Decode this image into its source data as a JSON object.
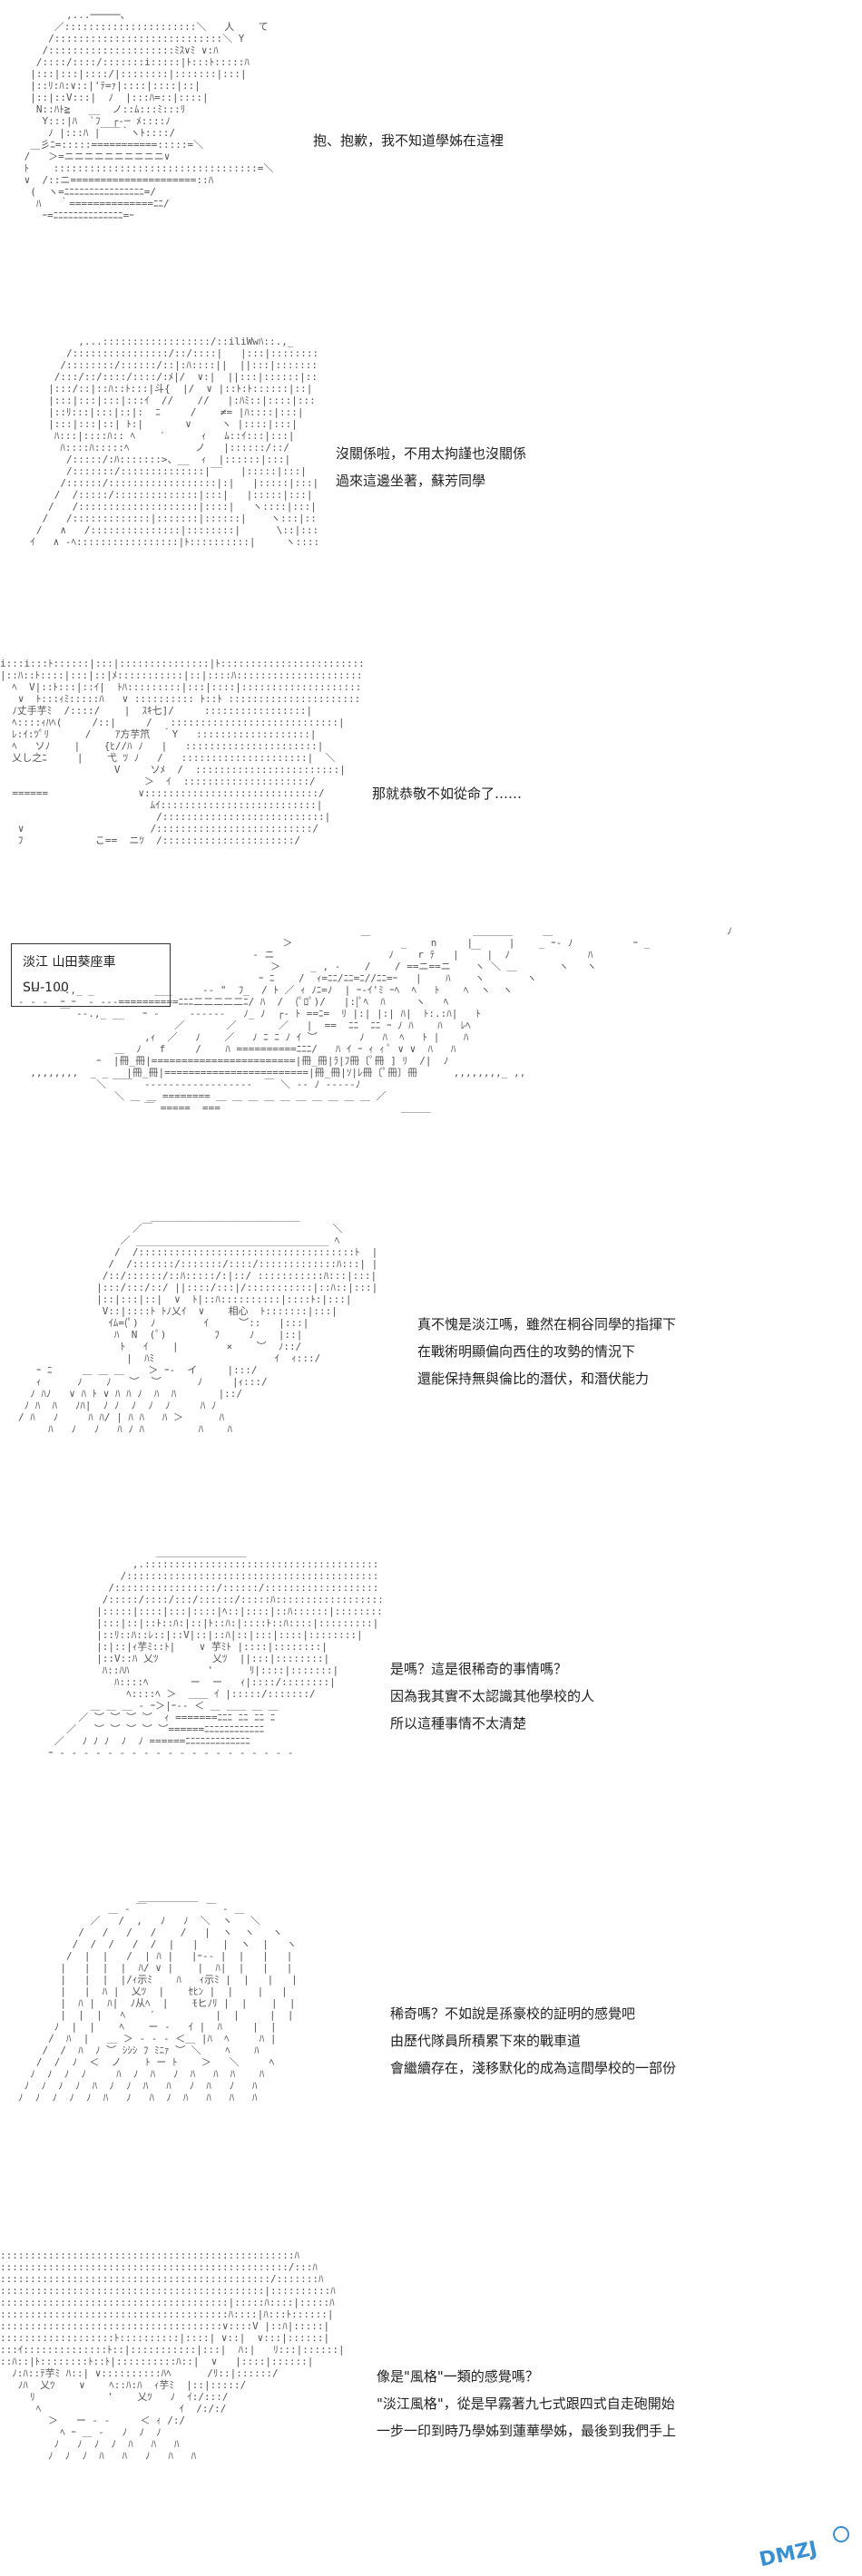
{
  "panels": [
    {
      "dialog": [
        "抱、抱歉，我不知道學姊在這裡"
      ]
    },
    {
      "dialog": [
        "沒關係啦，不用太拘謹也沒關係",
        "過來這邊坐著，蘇芳同學"
      ]
    },
    {
      "dialog": [
        "那就恭敬不如從命了……"
      ]
    },
    {
      "label": {
        "name": "淡江 山田葵座車",
        "model": "SU-100"
      }
    },
    {
      "dialog": [
        "真不愧是淡江嗎，雖然在桐谷同學的指揮下",
        "在戰術明顯偏向西住的攻勢的情況下",
        "還能保持無與倫比的潛伏，和潛伏能力"
      ]
    },
    {
      "dialog": [
        "是嗎？這是很稀奇的事情嗎？",
        "因為我其實不太認識其他學校的人",
        "所以這種事情不太清楚"
      ]
    },
    {
      "dialog": [
        "稀奇嗎？不如說是孫豪校的証明的感覺吧",
        "由歷代隊員所積累下來的戰車道",
        "會繼續存在，淺移默化的成為這間學校的一部份"
      ]
    },
    {
      "dialog": [
        "像是\"風格\"一類的感覺嗎？",
        "\"淡江風格\"，從是早霧著九七式跟四式自走砲開始",
        "一步一印到時乃學姊到蓮華學姊，最後到我們手上"
      ]
    }
  ],
  "watermark": "DMZJ"
}
